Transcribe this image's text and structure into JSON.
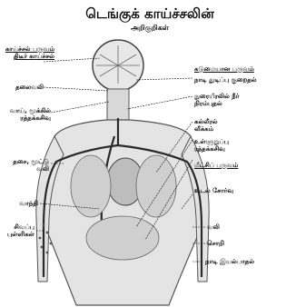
{
  "title": "டெங்குக் காய்ச்சலின்",
  "subtitle": "அறிகுறிகள்",
  "labels_left": [
    {
      "id": "kaaychal",
      "line1": "காய்ச்சல் பருவம்",
      "line2": "திடீர் காய்ச்சல்"
    },
    {
      "id": "thalaivali",
      "line1": "தலைவலி",
      "line2": ""
    },
    {
      "id": "vaai",
      "line1": "வாய், மூக்கில்",
      "line2": "ரத்தக்கசிவு"
    },
    {
      "id": "thasai",
      "line1": "தசை, மூட்டு",
      "line2": "வலி"
    },
    {
      "id": "vaandhi",
      "line1": "வாந்தி",
      "line2": ""
    },
    {
      "id": "sivappu",
      "line1": "சிவப்பு",
      "line2": "புள்ளிகள்"
    }
  ],
  "labels_right": [
    {
      "id": "kadumai",
      "line1": "கடுமையான பருவம்",
      "line2": ""
    },
    {
      "id": "naadi",
      "line1": "நாடி துடிப்பு குறைதல்",
      "line2": ""
    },
    {
      "id": "nuraiyeeral",
      "line1": "நுரையீரலில் நீர்",
      "line2": "நிரம்புதல்"
    },
    {
      "id": "kalleeral",
      "line1": "கல்லீரல்",
      "line2": "வீக்கம்"
    },
    {
      "id": "ulurappu",
      "line1": "உள்ளுறுப்பு",
      "line2": "ரத்தக்கசிவு"
    },
    {
      "id": "meetchi",
      "line1": "மீட்சிப் பருவம்",
      "line2": ""
    },
    {
      "id": "udal",
      "line1": "உடல் சோர்வு",
      "line2": ""
    },
    {
      "id": "vali",
      "line1": "வலி",
      "line2": ""
    },
    {
      "id": "sori",
      "line1": "சொறி",
      "line2": ""
    },
    {
      "id": "naadi2",
      "line1": "நாடி இயல்பாதல்",
      "line2": ""
    }
  ],
  "colors": {
    "ink": "#1a1a1a",
    "body_fill": "#e6e6e6",
    "body_stroke": "#555555",
    "vessel": "#2a2a2a"
  }
}
